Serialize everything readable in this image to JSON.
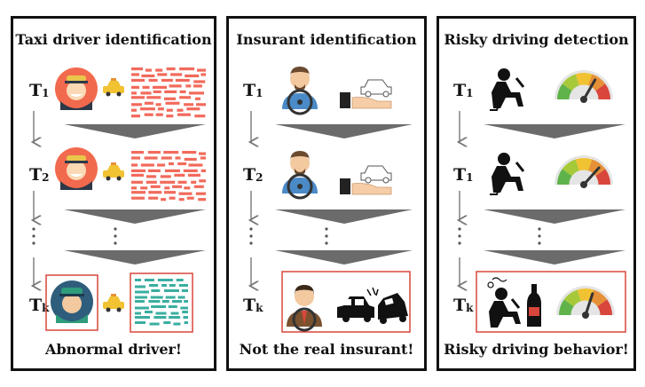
{
  "panels": [
    {
      "title": "Taxi driver identification",
      "steps": [
        {
          "label": "T",
          "sub": "1"
        },
        {
          "label": "T",
          "sub": "2"
        },
        {
          "label": "T",
          "sub": "k"
        }
      ],
      "footer": "Abnormal driver!"
    },
    {
      "title": "Insurant identification",
      "steps": [
        {
          "label": "T",
          "sub": "1"
        },
        {
          "label": "T",
          "sub": "2"
        },
        {
          "label": "T",
          "sub": "k"
        }
      ],
      "footer": "Not the real insurant!"
    },
    {
      "title": "Risky driving detection",
      "steps": [
        {
          "label": "T",
          "sub": "1"
        },
        {
          "label": "T",
          "sub": "1"
        },
        {
          "label": "T",
          "sub": "k"
        }
      ],
      "footer": "Risky driving behavior!"
    }
  ],
  "colors": {
    "highlight_border": "#d9463b",
    "funnel": "#6b6b6b",
    "trace_normal": "#f26a5b",
    "trace_abnormal": "#3aaea1"
  }
}
